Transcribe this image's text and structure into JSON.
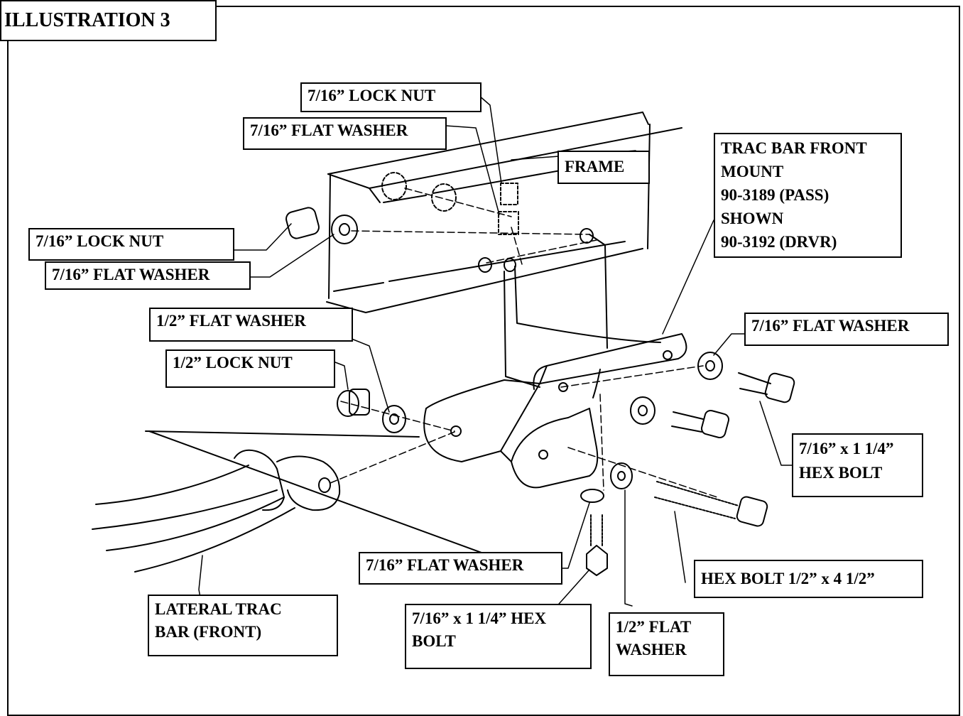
{
  "title": "ILLUSTRATION 3",
  "labels": {
    "lock_nut_top": "7/16” LOCK NUT",
    "flat_washer_top": "7/16” FLAT WASHER",
    "frame": "FRAME",
    "trac_bar_mount": "TRAC BAR FRONT\nMOUNT\n90-3189 (PASS)\nSHOWN\n90-3192 (DRVR)",
    "lock_nut_left": "7/16” LOCK NUT",
    "flat_washer_left": "7/16” FLAT WASHER",
    "half_flat_washer_left": "1/2” FLAT WASHER",
    "half_lock_nut": "1/2” LOCK NUT",
    "flat_washer_right": "7/16” FLAT WASHER",
    "hex_bolt_right": "7/16” x 1 1/4”\nHEX BOLT",
    "flat_washer_bottom": "7/16” FLAT WASHER",
    "hex_bolt_long": "HEX BOLT 1/2” x 4 1/2”",
    "lateral_trac_bar": "LATERAL TRAC\nBAR (FRONT)",
    "hex_bolt_bottom": "7/16” x 1 1/4” HEX\nBOLT",
    "half_flat_washer_bottom": "1/2” FLAT\nWASHER"
  }
}
